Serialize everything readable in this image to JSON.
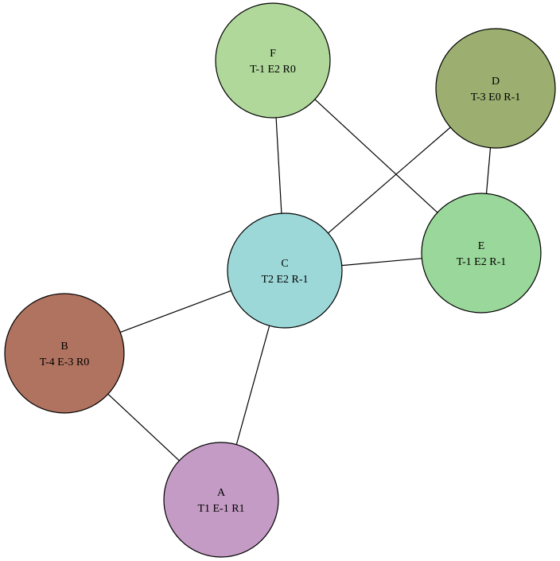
{
  "nodes": [
    {
      "id": "A",
      "name": "A",
      "metrics": "T1 E-1 R1",
      "color": "#c49bc4"
    },
    {
      "id": "B",
      "name": "B",
      "metrics": "T-4 E-3 R0",
      "color": "#b07360"
    },
    {
      "id": "C",
      "name": "C",
      "metrics": "T2 E2 R-1",
      "color": "#9dd8d8"
    },
    {
      "id": "D",
      "name": "D",
      "metrics": "T-3 E0 R-1",
      "color": "#9caf70"
    },
    {
      "id": "E",
      "name": "E",
      "metrics": "T-1 E2 R-1",
      "color": "#9ad79a"
    },
    {
      "id": "F",
      "name": "F",
      "metrics": "T-1 E2 R0",
      "color": "#b0d89b"
    }
  ],
  "edges": [
    [
      "F",
      "C"
    ],
    [
      "F",
      "E"
    ],
    [
      "D",
      "C"
    ],
    [
      "D",
      "E"
    ],
    [
      "C",
      "E"
    ],
    [
      "C",
      "B"
    ],
    [
      "C",
      "A"
    ],
    [
      "B",
      "A"
    ]
  ]
}
